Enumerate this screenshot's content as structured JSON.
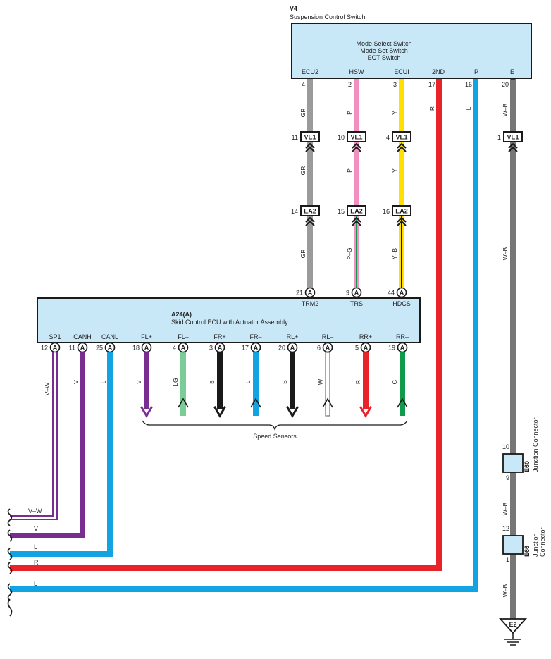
{
  "colors": {
    "GR": "#9b9b9b",
    "P": "#f28fc0",
    "Y": "#ffe000",
    "R": "#e8232a",
    "L": "#12a4e2",
    "V": "#7a2d91",
    "LG": "#7ccc98",
    "B": "#1a1a1a",
    "W": "#ffffff",
    "G": "#0f9a4c",
    "box": "#c9e8f7"
  },
  "switch_ecu": {
    "id": "V4",
    "name": "Suspension Control Switch",
    "lines": [
      "Mode Select Switch",
      "Mode Set Switch",
      "ECT Switch"
    ],
    "terminals": [
      {
        "name": "ECU2",
        "pin": "4",
        "wire": "GR"
      },
      {
        "name": "HSW",
        "pin": "2",
        "wire": "P"
      },
      {
        "name": "ECUI",
        "pin": "3",
        "wire": "Y"
      },
      {
        "name": "2ND",
        "pin": "17",
        "wire": "R"
      },
      {
        "name": "P",
        "pin": "16",
        "wire": "L"
      },
      {
        "name": "E",
        "pin": "20",
        "wire": "W–B"
      }
    ]
  },
  "connectors": {
    "ve1": [
      {
        "label": "VE1",
        "pin": "11",
        "below": "GR"
      },
      {
        "label": "VE1",
        "pin": "10",
        "below": "P"
      },
      {
        "label": "VE1",
        "pin": "4",
        "below": "Y"
      },
      {
        "label": "VE1",
        "pin": "1",
        "below": "W–B"
      }
    ],
    "ea2": [
      {
        "label": "EA2",
        "pin": "14",
        "below": "GR"
      },
      {
        "label": "EA2",
        "pin": "15",
        "below": "P–G"
      },
      {
        "label": "EA2",
        "pin": "16",
        "below": "Y–B"
      }
    ]
  },
  "skid_ecu": {
    "id": "A24(A)",
    "name": "Skid Control ECU with Actuator Assembly",
    "top_terminals": [
      {
        "name": "TRM2",
        "pin": "21"
      },
      {
        "name": "TRS",
        "pin": "9"
      },
      {
        "name": "HDCS",
        "pin": "44"
      }
    ],
    "bottom_terminals": [
      {
        "name": "SP1",
        "pin": "12",
        "wire": "V–W"
      },
      {
        "name": "CANH",
        "pin": "11",
        "wire": "V"
      },
      {
        "name": "CANL",
        "pin": "25",
        "wire": "L"
      },
      {
        "name": "FL+",
        "pin": "18",
        "wire": "V"
      },
      {
        "name": "FL–",
        "pin": "4",
        "wire": "LG"
      },
      {
        "name": "FR+",
        "pin": "3",
        "wire": "B"
      },
      {
        "name": "FR–",
        "pin": "17",
        "wire": "L"
      },
      {
        "name": "RL+",
        "pin": "20",
        "wire": "B"
      },
      {
        "name": "RL–",
        "pin": "6",
        "wire": "W"
      },
      {
        "name": "RR+",
        "pin": "5",
        "wire": "R"
      },
      {
        "name": "RR–",
        "pin": "19",
        "wire": "G"
      }
    ],
    "connector_letter": "A"
  },
  "speed_sensors_label": "Speed Sensors",
  "left_wires": [
    "V–W",
    "V",
    "L",
    "R",
    "L"
  ],
  "junctions": [
    {
      "id": "E60",
      "name": "Junction Connector",
      "pin_top": "10",
      "pin_bottom": "9",
      "wire_below": "W–B"
    },
    {
      "id": "E66",
      "name": "Junction Connector",
      "pin_top": "12",
      "pin_bottom": "1",
      "wire_below": "W–B"
    }
  ],
  "ground": "E2"
}
